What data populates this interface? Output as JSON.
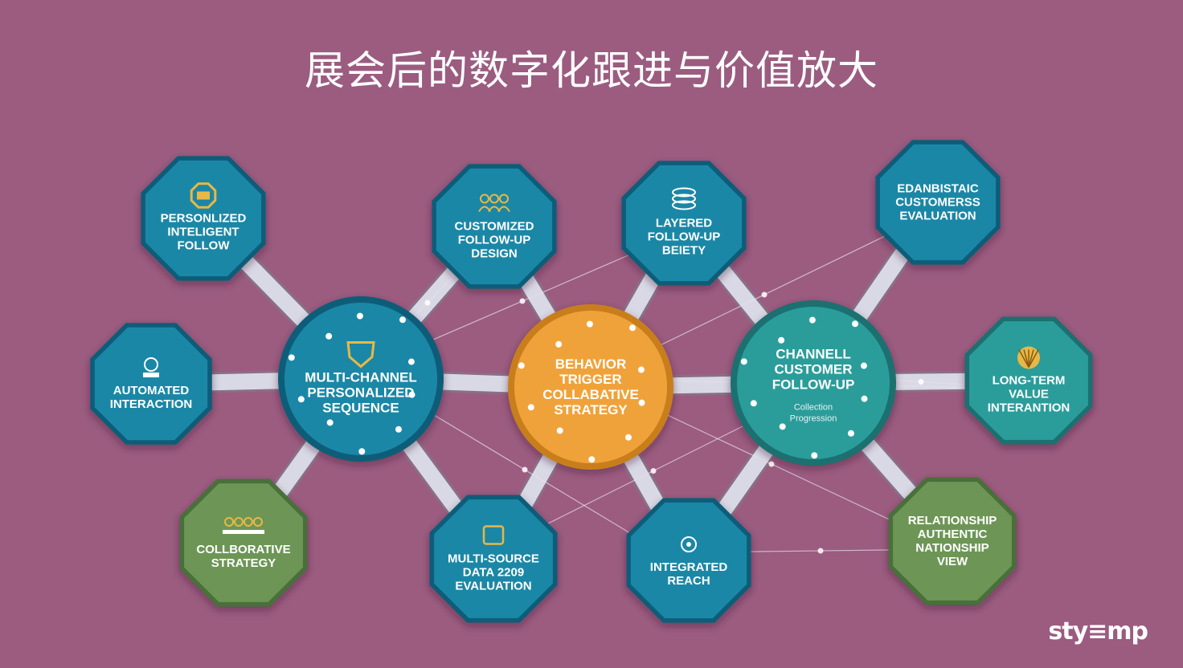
{
  "title": "展会后的数字化跟进与价值放大",
  "brand": "sty≡mp",
  "colors": {
    "background": "#9b5c80",
    "blue": "#1b87a6",
    "blue_ring": "#0f5d79",
    "teal": "#2a9d9a",
    "teal_ring": "#1c6f70",
    "green": "#6d9656",
    "green_ring": "#4a6f3a",
    "orange": "#f0a23a",
    "orange_ring": "#c97e1e",
    "connector": "#d9d9e6",
    "icon_gold": "#e8b846"
  },
  "nodes": [
    {
      "id": "personalized",
      "lines": [
        "PERSONLIZED",
        "INTELIGENT",
        "FOLLOW"
      ],
      "icon": "badge-icon",
      "color": "blue",
      "shape": "octagon"
    },
    {
      "id": "customized",
      "lines": [
        "CUSTOMIZED",
        "FOLLOW-UP",
        "DESIGN"
      ],
      "icon": "team-icon",
      "color": "blue",
      "shape": "octagon"
    },
    {
      "id": "layered",
      "lines": [
        "LAYERED",
        "FOLLOW-UP",
        "BEIETY"
      ],
      "icon": "database-icon",
      "color": "blue",
      "shape": "octagon"
    },
    {
      "id": "dynamic",
      "lines": [
        "EDANBISTAIC",
        "CUSTOMERSS",
        "EVALUATION"
      ],
      "icon": "",
      "color": "blue",
      "shape": "octagon"
    },
    {
      "id": "automated",
      "lines": [
        "AUTOMATED",
        "INTERACTION"
      ],
      "icon": "robot-icon",
      "color": "blue",
      "shape": "octagon"
    },
    {
      "id": "multichannel",
      "lines": [
        "MULTI-CHANNEL",
        "PERSONALIZED",
        "SEQUENCE"
      ],
      "icon": "shield-icon",
      "color": "blue",
      "shape": "circle"
    },
    {
      "id": "behavior",
      "lines": [
        "BEHAVIOR",
        "TRIGGER",
        "COLLABATIVE",
        "STRATEGY"
      ],
      "icon": "",
      "color": "orange",
      "shape": "circle"
    },
    {
      "id": "channel",
      "lines": [
        "CHANNELL",
        "CUSTOMER",
        "FOLLOW-UP"
      ],
      "sub": [
        "Collection",
        "Progression"
      ],
      "icon": "",
      "color": "teal",
      "shape": "circle"
    },
    {
      "id": "longterm",
      "lines": [
        "LONG-TERM",
        "VALUE",
        "INTERANTION"
      ],
      "icon": "shell-icon",
      "color": "teal",
      "shape": "octagon"
    },
    {
      "id": "collaborative",
      "lines": [
        "COLLBORATIVE",
        "STRATEGY"
      ],
      "icon": "people-icon",
      "color": "green",
      "shape": "octagon"
    },
    {
      "id": "multisource",
      "lines": [
        "MULTI-SOURCE",
        "DATA 2209",
        "EVALUATION"
      ],
      "icon": "data-icon",
      "color": "blue",
      "shape": "octagon"
    },
    {
      "id": "integrated",
      "lines": [
        "INTEGRATED",
        "REACH"
      ],
      "icon": "target-icon",
      "color": "blue",
      "shape": "octagon"
    },
    {
      "id": "relationship",
      "lines": [
        "RELATIONSHIP",
        "AUTHENTIC",
        "NATIONSHIP",
        "VIEW"
      ],
      "icon": "",
      "color": "green",
      "shape": "octagon"
    }
  ],
  "edges": [
    [
      "personalized",
      "multichannel"
    ],
    [
      "automated",
      "multichannel"
    ],
    [
      "collaborative",
      "multichannel"
    ],
    [
      "customized",
      "multichannel"
    ],
    [
      "multisource",
      "multichannel"
    ],
    [
      "multichannel",
      "behavior"
    ],
    [
      "customized",
      "behavior"
    ],
    [
      "layered",
      "behavior"
    ],
    [
      "multisource",
      "behavior"
    ],
    [
      "integrated",
      "behavior"
    ],
    [
      "behavior",
      "channel"
    ],
    [
      "layered",
      "channel"
    ],
    [
      "dynamic",
      "channel"
    ],
    [
      "integrated",
      "channel"
    ],
    [
      "relationship",
      "channel"
    ],
    [
      "channel",
      "longterm"
    ]
  ]
}
